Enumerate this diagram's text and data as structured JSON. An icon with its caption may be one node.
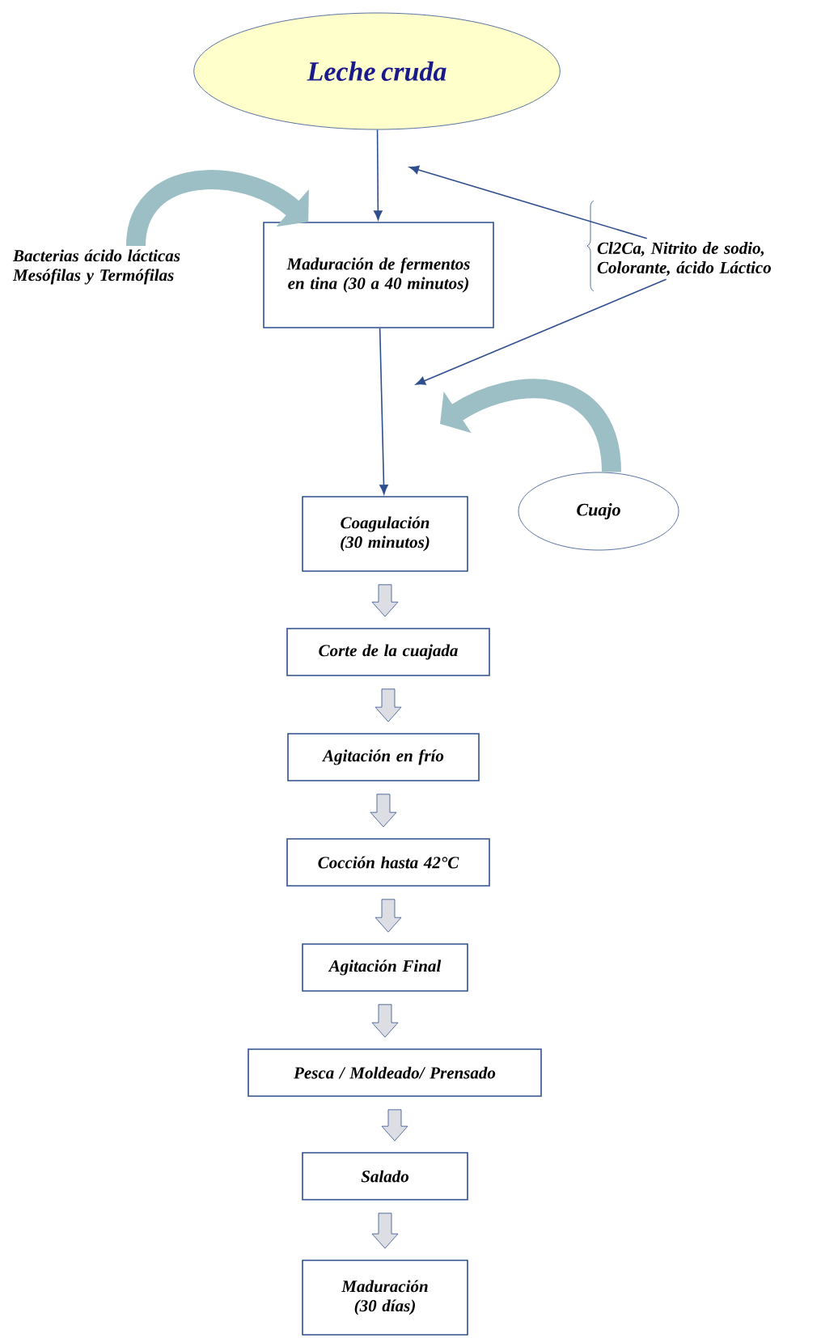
{
  "diagram": {
    "nodes": [
      {
        "text": [
          "Leche cruda"
        ]
      },
      {
        "text": [
          "Bacterias  ácido lácticas Mesófilas y Termófilas"
        ]
      },
      {
        "text": [
          "Maduración de fermentos en tina (30 a 40 minutos)"
        ]
      },
      {
        "text": [
          "Cl2Ca, Nitrito de sodio, Colorante,  ácido Láctico"
        ]
      },
      {
        "text": [
          "Cuajo"
        ]
      },
      {
        "text": [
          "Coagulación (30 minutos)"
        ]
      },
      {
        "text": [
          "Corte de la cuajada"
        ]
      },
      {
        "text": [
          "Agitación en frío"
        ]
      },
      {
        "text": [
          "Cocción hasta 42°C"
        ]
      },
      {
        "text": [
          "Agitación Final"
        ]
      },
      {
        "text": [
          "Pesca / Moldeado/ Prensado"
        ]
      },
      {
        "text": [
          "Salado"
        ]
      },
      {
        "text": [
          "Maduración (30 días)"
        ]
      }
    ],
    "edges": [
      {
        "from": 0,
        "to": 2,
        "arrow": "to"
      },
      {
        "from": 1,
        "to": 2,
        "arrow": "to",
        "style": "thick",
        "color": "#9cbfc5"
      },
      {
        "from": 3,
        "to": null,
        "arrow": "to"
      },
      {
        "from": 3,
        "to": null,
        "arrow": "to"
      },
      {
        "from": 4,
        "to": null,
        "arrow": "to",
        "style": "thick",
        "color": "#9cbfc5"
      },
      {
        "from": 2,
        "to": 5,
        "arrow": "to"
      },
      {
        "from": 5,
        "to": 6,
        "arrow": "to",
        "style": "thick"
      },
      {
        "from": 6,
        "to": 7,
        "arrow": "to",
        "style": "thick"
      },
      {
        "from": 7,
        "to": 8,
        "arrow": "to",
        "style": "thick"
      },
      {
        "from": 8,
        "to": 9,
        "arrow": "to",
        "style": "thick"
      },
      {
        "from": 9,
        "to": 10,
        "arrow": "to",
        "style": "thick"
      },
      {
        "from": 10,
        "to": 11,
        "arrow": "to",
        "style": "thick"
      },
      {
        "from": 11,
        "to": 12,
        "arrow": "to",
        "style": "thick"
      }
    ]
  }
}
